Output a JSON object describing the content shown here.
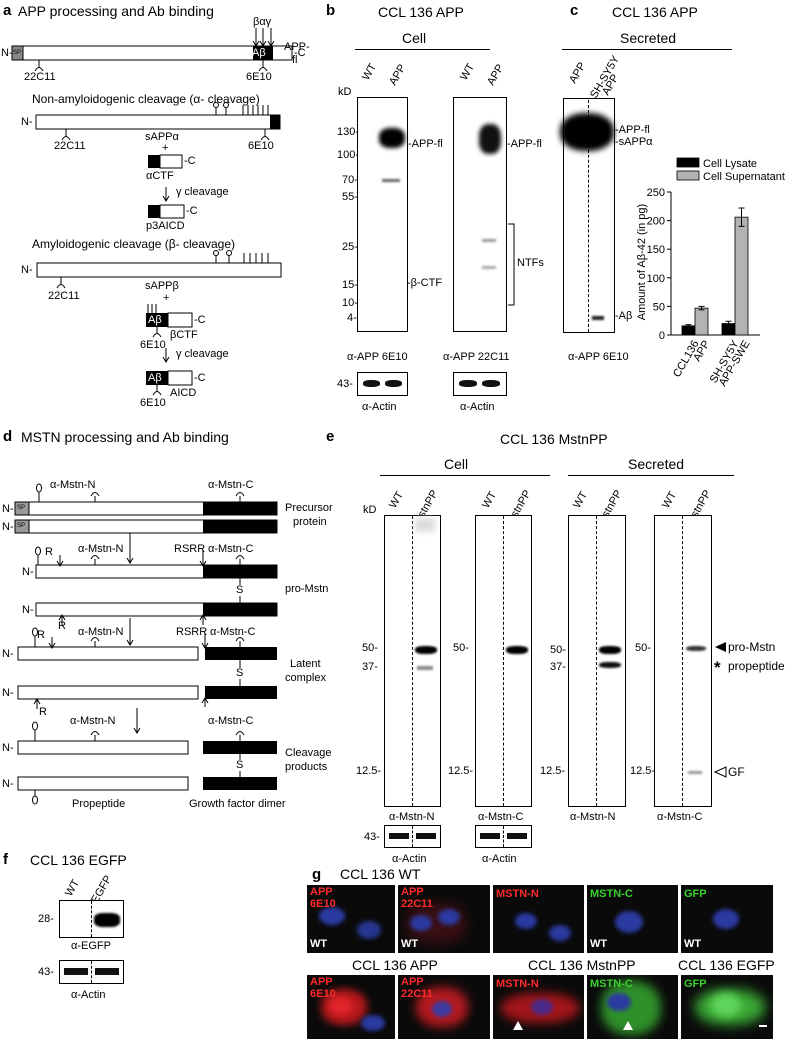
{
  "panel_a": {
    "letter": "a",
    "title": "APP processing and Ab binding",
    "sp": "SP",
    "abeta": "Aβ",
    "arrows_label": "βαγ",
    "app_fl": "APP-",
    "app_fl2": "fl",
    "c": "-C",
    "n": "N-",
    "ab_22c11": "22C11",
    "ab_6e10": "6E10",
    "nonamy": "Non-amyloidogenic cleavage (α- cleavage)",
    "sappa": "sAPPα",
    "plus": "+",
    "actf": "αCTF",
    "gamma": "γ cleavage",
    "p3": "p3AICD",
    "amy": "Amyloidogenic cleavage (β- cleavage)",
    "sappb": "sAPPβ",
    "bctf": "βCTF",
    "aicd": "AICD"
  },
  "panel_b": {
    "letter": "b",
    "title": "CCL 136 APP",
    "group": "Cell",
    "lanes": [
      "WT",
      "APP"
    ],
    "kd": "kD",
    "markers": [
      "130-",
      "100-",
      "70-",
      "55-",
      "25-",
      "15-",
      "10-",
      "4-"
    ],
    "app_fl": "-APP-fl",
    "bctf": "-β-CTF",
    "ntfs": "NTFs",
    "ab1": "α-APP 6E10",
    "ab2": "α-APP 22C11",
    "actin_marker": "43-",
    "actin": "α-Actin"
  },
  "panel_c": {
    "letter": "c",
    "title": "CCL 136 APP",
    "group": "Secreted",
    "lane1": "APP",
    "lane2": "SH-SY5Y",
    "lane2b": "APP",
    "label1": "-APP-fl",
    "label2": "-sAPPα",
    "abeta": "-Aβ",
    "ab": "α-APP 6E10"
  },
  "chart_data": {
    "type": "bar",
    "categories": [
      "CCL136 APP",
      "SH-SY5Y APP-SWE"
    ],
    "category_lines": [
      [
        "CCL136",
        "APP"
      ],
      [
        "SH-SY5Y",
        "APP-SWE"
      ]
    ],
    "series": [
      {
        "name": "Cell Lysate",
        "values": [
          16,
          20
        ],
        "errors": [
          2,
          4
        ],
        "color": "#000000"
      },
      {
        "name": "Cell Supernatant",
        "values": [
          47,
          206
        ],
        "errors": [
          3,
          16
        ],
        "color": "#b3b3b3"
      }
    ],
    "ylabel": "Amount of Aβ-42 (in pg)",
    "ylim": [
      0,
      250
    ],
    "yticks": [
      0,
      50,
      100,
      150,
      200,
      250
    ],
    "legend": "top-left"
  },
  "panel_d": {
    "letter": "d",
    "title": "MSTN processing and Ab binding",
    "sp": "SP",
    "n": "N-",
    "mstn_n": "α-Mstn-N",
    "mstn_c": "α-Mstn-C",
    "precursor": "Precursor",
    "protein": "protein",
    "pro_mstn": "pro-Mstn",
    "latent": "Latent",
    "complex": "complex",
    "cleavage": "Cleavage",
    "products": "products",
    "r": "R",
    "rsrr": "RSRR",
    "s": "S",
    "propeptide": "Propeptide",
    "gf_dimer": "Growth factor dimer"
  },
  "panel_e": {
    "letter": "e",
    "title": "CCL 136 MstnPP",
    "group_cell": "Cell",
    "group_sec": "Secreted",
    "lanes": [
      "WT",
      "MstnPP"
    ],
    "kd": "kD",
    "m50": "50-",
    "m37": "37-",
    "m125": "12.5-",
    "ab_n": "α-Mstn-N",
    "ab_c": "α-Mstn-C",
    "actin_marker": "43-",
    "actin": "α-Actin",
    "pro": "pro-Mstn",
    "prop": "propeptide",
    "gf": "GF",
    "star": "*"
  },
  "panel_f": {
    "letter": "f",
    "title": "CCL 136 EGFP",
    "lanes": [
      "WT",
      "EGFP"
    ],
    "m28": "28-",
    "m43": "43-",
    "ab": "α-EGFP",
    "actin": "α-Actin"
  },
  "panel_g": {
    "letter": "g",
    "title_wt": "CCL 136 WT",
    "title_app": "CCL 136 APP",
    "title_mstn": "CCL 136 MstnPP",
    "title_egfp": "CCL 136 EGFP",
    "app": "APP",
    "e10": "6E10",
    "c11": "22C11",
    "mstn_n": "MSTN-N",
    "mstn_c": "MSTN-C",
    "gfp": "GFP",
    "wt": "WT"
  }
}
